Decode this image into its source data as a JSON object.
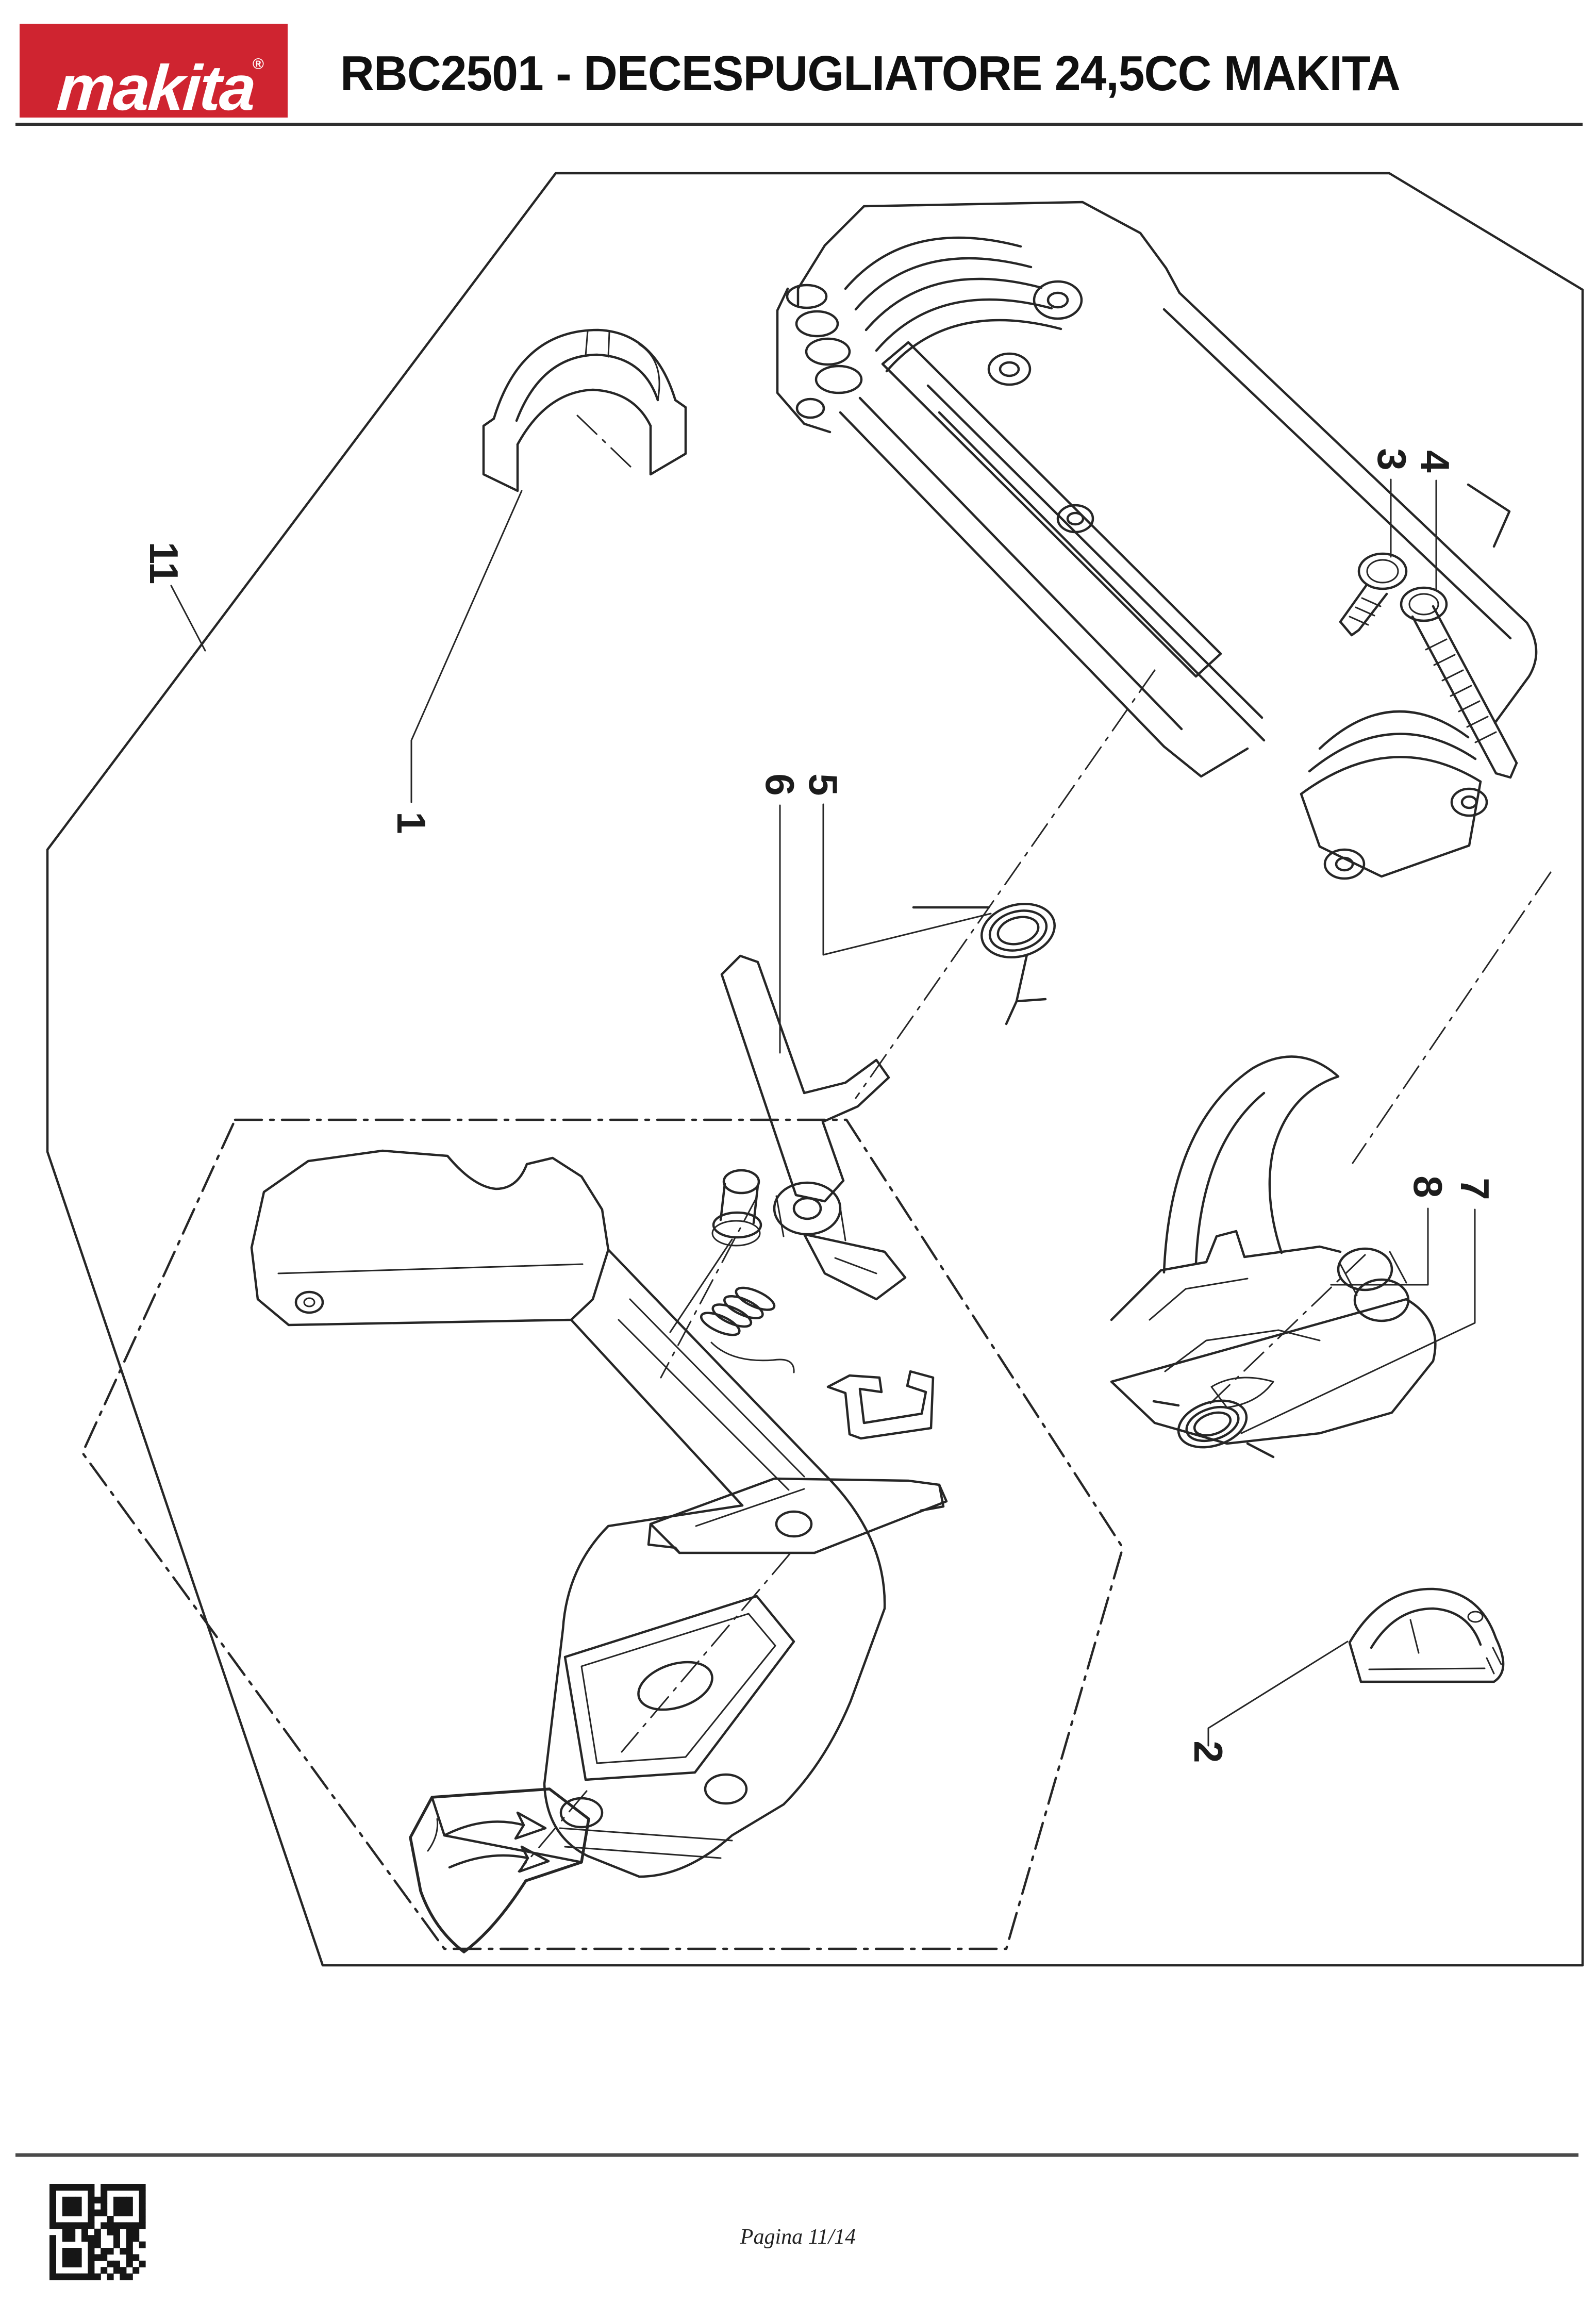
{
  "header": {
    "brand": "makita",
    "registered_mark": "®",
    "title": "RBC2501 - DECESPUGLIATORE 24,5CC MAKITA",
    "brand_color": "#cf2430",
    "rule_color": "#2e2e2e"
  },
  "diagram": {
    "description": "Exploded parts view of throttle handle assembly",
    "line_color": "#262626",
    "labels": [
      {
        "text": "11"
      },
      {
        "text": "1"
      },
      {
        "text": "6"
      },
      {
        "text": "5"
      },
      {
        "text": "3"
      },
      {
        "text": "4"
      },
      {
        "text": "8"
      },
      {
        "text": "7"
      },
      {
        "text": "2"
      }
    ]
  },
  "footer": {
    "page_label": "Pagina 11/14"
  },
  "qr": {
    "module": 12.4,
    "rows": [
      "111111101111111",
      "100000101000001",
      "101110111011101",
      "101110101011101",
      "101110111011101",
      "100000100100001",
      "111111101111111",
      "001101010110110",
      "101101110010110",
      "100000110010101",
      "101110101101100",
      "101110111000110",
      "101110100110101",
      "100000101011010",
      "111111110101100"
    ]
  }
}
